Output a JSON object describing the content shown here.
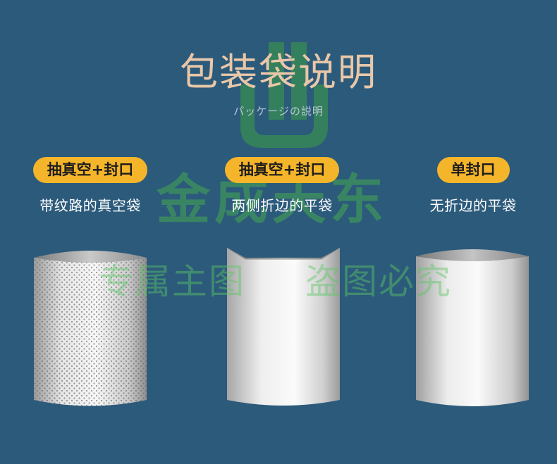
{
  "page": {
    "title": "包装袋说明",
    "subtitle": "パッケージの説明"
  },
  "watermark": {
    "brand": "金成天东",
    "line_left": "专属主图",
    "line_right": "盗图必究"
  },
  "bags": [
    {
      "badge": "抽真空+封口",
      "desc": "带纹路的真空袋",
      "style": "dotted"
    },
    {
      "badge": "抽真空+封口",
      "desc": "两侧折边的平袋",
      "style": "gusset"
    },
    {
      "badge": "单封口",
      "desc": "无折边的平袋",
      "style": "flat"
    }
  ],
  "colors": {
    "background": "#2c5a7b",
    "title": "#e9c7a8",
    "badge": "#f5b52a",
    "watermark_green": "#46aa50"
  }
}
